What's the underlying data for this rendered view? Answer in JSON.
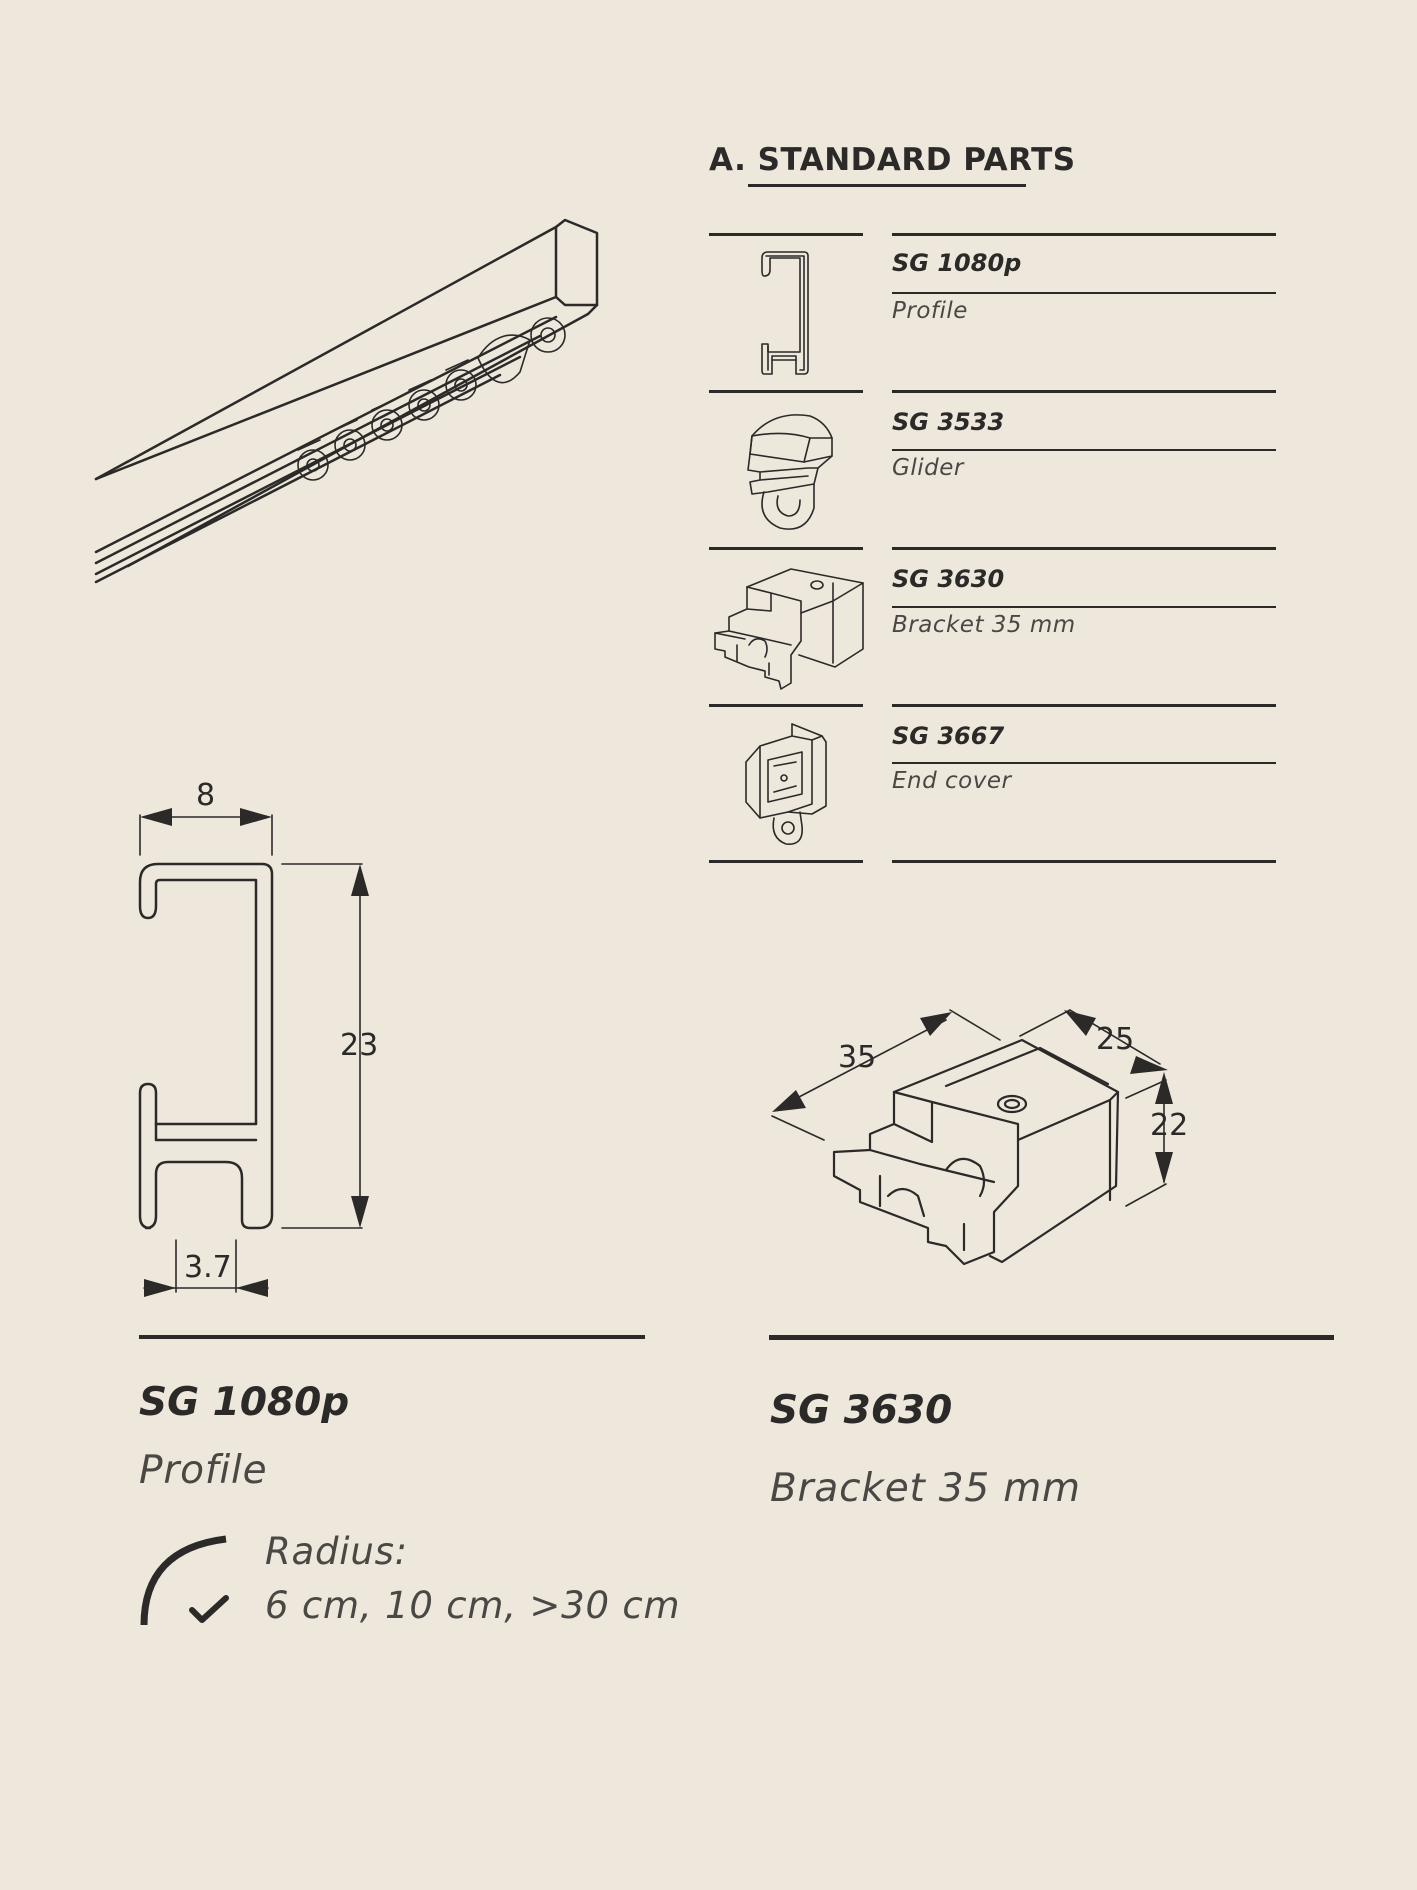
{
  "section": {
    "heading": "A. STANDARD PARTS"
  },
  "parts": [
    {
      "code": "SG 1080p",
      "name": "Profile",
      "icon": "profile-icon"
    },
    {
      "code": "SG 3533",
      "name": "Glider",
      "icon": "glider-icon"
    },
    {
      "code": "SG 3630",
      "name": "Bracket 35 mm",
      "icon": "bracket-icon"
    },
    {
      "code": "SG 3667",
      "name": "End cover",
      "icon": "end-cover-icon"
    }
  ],
  "profile_drawing": {
    "width": "8",
    "height": "23",
    "slot": "3.7"
  },
  "bracket_drawing": {
    "length": "35",
    "depth": "25",
    "height": "22"
  },
  "profile_detail": {
    "code": "SG 1080p",
    "name": "Profile",
    "radius_label": "Radius:",
    "radius_values": "6 cm, 10 cm, >30 cm"
  },
  "bracket_detail": {
    "code": "SG 3630",
    "name": "Bracket 35 mm"
  }
}
